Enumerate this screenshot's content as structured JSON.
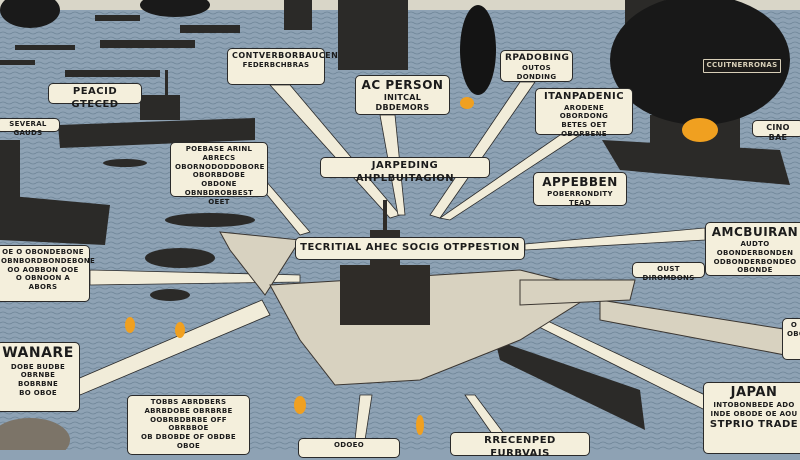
{
  "colors": {
    "sea": "#8ea2b4",
    "callout": "#f4efdc",
    "ship": "#2b2a28",
    "smoke": "#1a1a1a",
    "fire": "#f0a020"
  },
  "callouts": [
    {
      "id": "c1",
      "title": "CONTVERBORBAUCEN",
      "lines": [
        "FEDERBCHBRAS"
      ]
    },
    {
      "id": "c2",
      "title": "PEACID GTECED",
      "lines": []
    },
    {
      "id": "c3",
      "title": "",
      "lines": [
        "SEVERAL GAUDS"
      ]
    },
    {
      "id": "c4",
      "title": "AC PERSON",
      "lines": [
        "INITCAL DBDEMORS"
      ]
    },
    {
      "id": "c5",
      "title": "RPADOBING",
      "lines": [
        "OUTOS DONDING"
      ]
    },
    {
      "id": "c6",
      "title": "ITANPADENIC",
      "lines": [
        "ARODENE OBORDONG",
        "BETES OET OBORBENE"
      ]
    },
    {
      "id": "c7",
      "title": "",
      "lines": [
        "CCUITNERRONAS"
      ]
    },
    {
      "id": "c8",
      "title": "",
      "lines": [
        "CINO BAE"
      ]
    },
    {
      "id": "c9",
      "title": "",
      "lines": [
        "POEBASE ARINL ABRECS",
        "OBORNODODDOBORE",
        "OBORBDOBE OBDONE",
        "OBNBDROBBEST OEET"
      ]
    },
    {
      "id": "c10",
      "title": "JARPEDING AHPLBUITAGION",
      "lines": []
    },
    {
      "id": "c11",
      "title": "APPEBBEN",
      "lines": [
        "POBERRONDITY TEAD"
      ]
    },
    {
      "id": "c12",
      "title": "TECRITIAL AHEC SOCIG OTPPESTION",
      "lines": []
    },
    {
      "id": "c13",
      "title": "AMCBUIRAN",
      "lines": [
        "AUDTO OBONDERBONDEN",
        "ODBONDERBONDEO",
        "OBONDE"
      ]
    },
    {
      "id": "c14",
      "title": "",
      "lines": [
        "OUST DIROMDONS"
      ]
    },
    {
      "id": "c15",
      "title": "",
      "lines": [
        "OE O OBONDEBONE",
        "OBNBORDBONDEBONE",
        "OO AOBBON OOE",
        "O OBNOON A ABORS"
      ]
    },
    {
      "id": "c16",
      "title": "WANARE",
      "lines": [
        "DOBE BUDBE",
        "OBRNBE BOBRBNE",
        "BO OBOE"
      ]
    },
    {
      "id": "c17",
      "title": "",
      "lines": [
        "TOBBS ABRDBERS",
        "ABRBDOBE OBRBRBE",
        "OOBRBDBRBE OFF OBRBBOE",
        "OB DBOBDE OF OBDBE OBOE"
      ]
    },
    {
      "id": "c18",
      "title": "JAPAN",
      "lines": [
        "INTOBONBEDE ADO",
        "INDE OBODE OE AOU",
        "STPRIO TRADE"
      ]
    },
    {
      "id": "c19",
      "title": "RRECENPED FURBVAIS",
      "lines": []
    },
    {
      "id": "c20",
      "title": "",
      "lines": [
        "ODOEO"
      ]
    },
    {
      "id": "c21",
      "title": "",
      "lines": [
        "O",
        "OBO"
      ]
    }
  ]
}
